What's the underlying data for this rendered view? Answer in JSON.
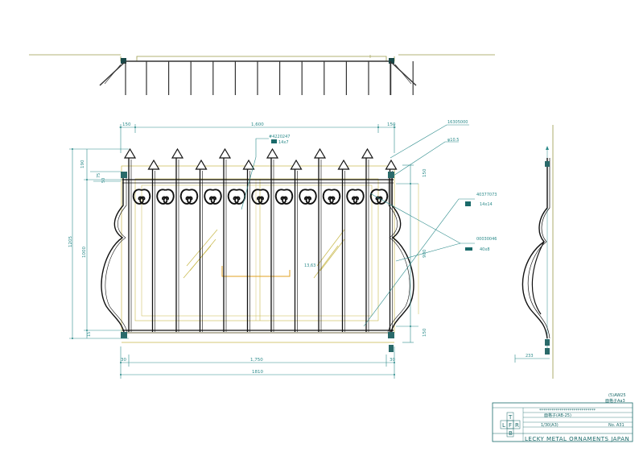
{
  "drawing": {
    "dimensions": {
      "side_left": "150",
      "center_span": "1,600",
      "side_right": "150",
      "top_height": "190",
      "small_left_a": "75",
      "small_left_b": "50",
      "overall_height": "1205",
      "mid_height": "1000",
      "bottom_small": "15",
      "right_top": "150",
      "right_mid": "900",
      "right_bottom": "150",
      "bottom_left": "30",
      "bottom_span": "1,750",
      "bottom_right": "30",
      "overall_width": "1810",
      "side_depth": "233",
      "glass_note": "13,63"
    },
    "callouts": {
      "finial_code": "16305000",
      "rod_spec": "φ10.5",
      "scroll_code": "#4220247",
      "scroll_size": "14x7",
      "bar_code": "40377073",
      "bar_size": "14x14",
      "frame_code": "00030046",
      "frame_size": "40x8"
    },
    "title_block": {
      "sheet_code": "(5)AW25",
      "sheet_title": "面格子Aa3",
      "row1_label": "****************************",
      "row2_label": "面格子(AB-25)",
      "row3_label": "1/30(A3)",
      "row3_right": "No. A31",
      "letters": [
        "T",
        "L",
        "F",
        "R",
        "B"
      ],
      "company": "LECKY METAL ORNAMENTS JAPAN"
    }
  }
}
